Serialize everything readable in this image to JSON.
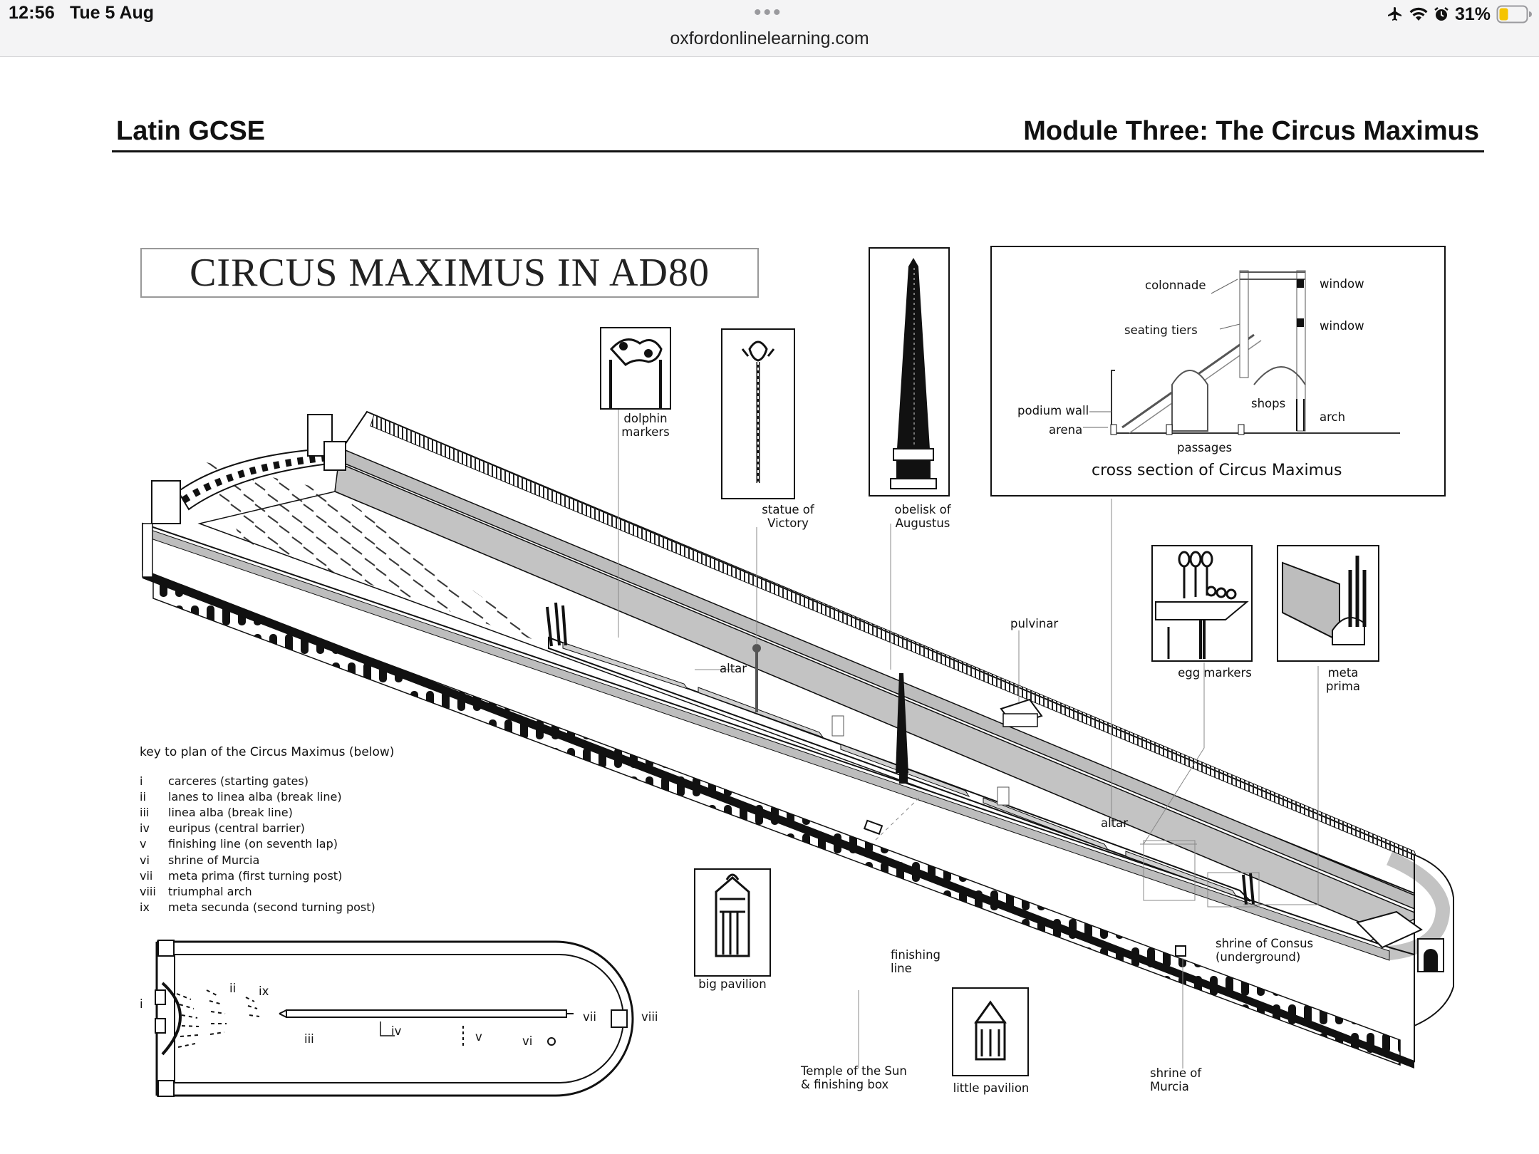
{
  "status_bar": {
    "time": "12:56",
    "date": "Tue 5 Aug",
    "url": "oxfordonlinelearning.com",
    "battery": "31%"
  },
  "document": {
    "left_header": "Latin GCSE",
    "right_header": "Module Three: The Circus Maximus"
  },
  "diagram": {
    "title": "CIRCUS MAXIMUS IN AD80",
    "insets": {
      "dolphin": "dolphin\nmarkers",
      "victory": "statue of\nVictory",
      "obelisk": "obelisk of\nAugustus",
      "egg": "egg markers",
      "meta": "meta\nprima",
      "big_pavilion": "big pavilion",
      "little_pavilion": "little pavilion"
    },
    "cross_section": {
      "title": "cross section of Circus Maximus",
      "labels": {
        "colonnade": "colonnade",
        "window1": "window",
        "window2": "window",
        "seating": "seating tiers",
        "podium": "podium wall",
        "arena": "arena",
        "shops": "shops",
        "arch": "arch",
        "passages": "passages"
      }
    },
    "labels": {
      "pulvinar": "pulvinar",
      "altar1": "altar",
      "altar2": "altar",
      "consus": "shrine of Consus\n(underground)",
      "finishing": "finishing\nline",
      "temple": "Temple of the Sun\n& finishing box",
      "murcia": "shrine of\nMurcia"
    },
    "key": {
      "heading": "key to plan of the Circus Maximus (below)",
      "items": [
        {
          "num": "i",
          "text": "carceres (starting gates)"
        },
        {
          "num": "ii",
          "text": "lanes to linea alba (break line)"
        },
        {
          "num": "iii",
          "text": "linea alba (break line)"
        },
        {
          "num": "iv",
          "text": "euripus (central barrier)"
        },
        {
          "num": "v",
          "text": "finishing line (on seventh lap)"
        },
        {
          "num": "vi",
          "text": "shrine of Murcia"
        },
        {
          "num": "vii",
          "text": "meta prima (first turning post)"
        },
        {
          "num": "viii",
          "text": "triumphal arch"
        },
        {
          "num": "ix",
          "text": "meta secunda (second turning post)"
        }
      ]
    },
    "plan_labels": {
      "i": "i",
      "ii": "ii",
      "iii": "iii",
      "iv": "iv",
      "v": "v",
      "vi": "vi",
      "vii": "vii",
      "viii": "viii",
      "ix": "ix"
    }
  }
}
